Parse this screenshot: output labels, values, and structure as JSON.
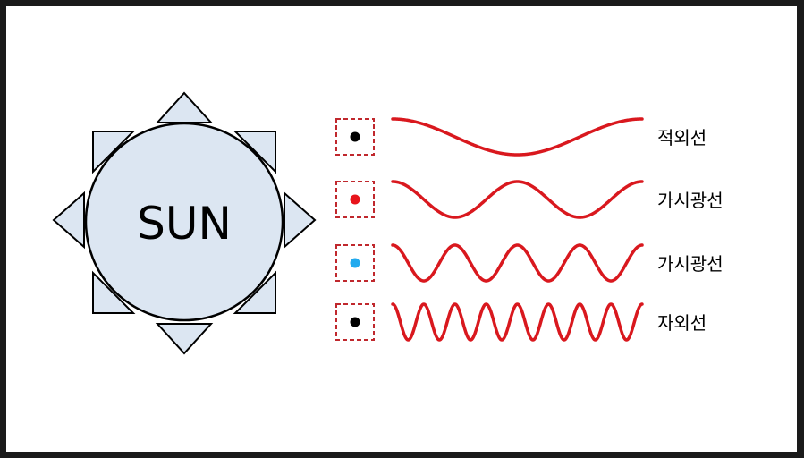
{
  "sun": {
    "label": "SUN",
    "fill": "#dce6f2",
    "stroke": "#000000"
  },
  "waves": [
    {
      "label": "적외선",
      "dot_color": "#000000",
      "cycles": 1
    },
    {
      "label": "가시광선",
      "dot_color": "#e8141b",
      "cycles": 2
    },
    {
      "label": "가시광선",
      "dot_color": "#22aaee",
      "cycles": 4
    },
    {
      "label": "자외선",
      "dot_color": "#000000",
      "cycles": 8
    }
  ],
  "colors": {
    "wave": "#d9181e",
    "box_border": "#c0282d"
  }
}
